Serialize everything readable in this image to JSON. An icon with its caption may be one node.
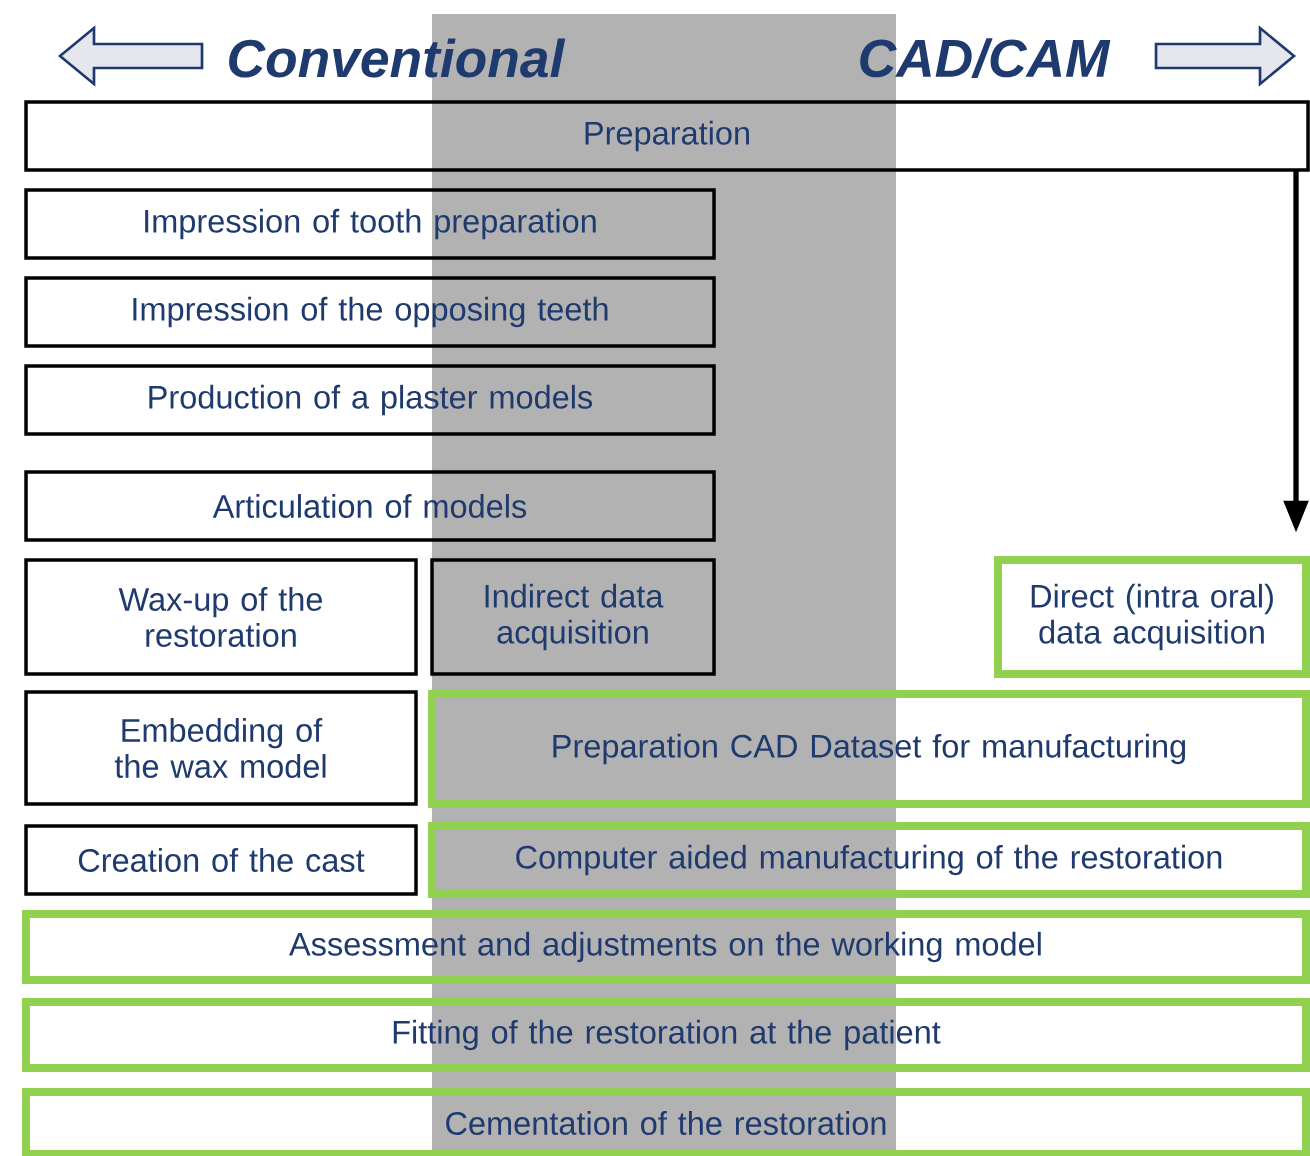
{
  "diagram": {
    "nodes": [
      {
        "text": [
          "Preparation"
        ]
      },
      {
        "text": [
          "Impression of tooth preparation"
        ]
      },
      {
        "text": [
          "Impression of the opposing teeth"
        ]
      },
      {
        "text": [
          "Production of a plaster models"
        ]
      },
      {
        "text": [
          "Articulation of models"
        ]
      },
      {
        "text": [
          "Wax-up of the restoration"
        ]
      },
      {
        "text": [
          "Indirect data acquisition"
        ]
      },
      {
        "text": [
          "Direct (intra oral) data acquisition"
        ]
      },
      {
        "text": [
          "Embedding of the wax model"
        ]
      },
      {
        "text": [
          "Preparation CAD Dataset for manufacturing"
        ]
      },
      {
        "text": [
          "Creation of the cast"
        ]
      },
      {
        "text": [
          "Computer aided manufacturing of the restoration"
        ]
      },
      {
        "text": [
          "Assessment and adjustments on the working model"
        ]
      },
      {
        "text": [
          "Fitting of the restoration at the patient"
        ]
      },
      {
        "text": [
          "Cementation of the restoration"
        ]
      }
    ],
    "edges": [
      {
        "from": 0,
        "to": 7,
        "arrow": "to"
      }
    ],
    "labels": [
      "Conventional",
      "CAD/CAM"
    ]
  }
}
